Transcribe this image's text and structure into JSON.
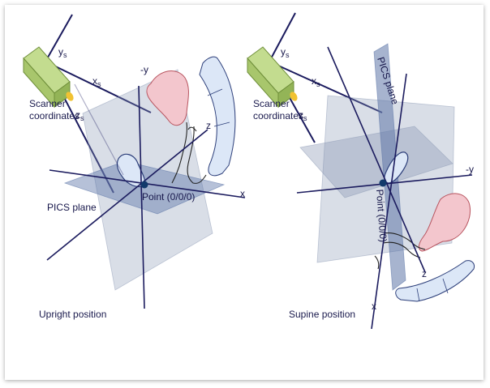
{
  "upright": {
    "scanner_label_line1": "Scanner",
    "scanner_label_line2": "coordinates",
    "axis_ys": "y",
    "axis_ys_sub": "s",
    "axis_xs": "x",
    "axis_xs_sub": "s",
    "axis_zs": "z",
    "axis_zs_sub": "s",
    "axis_minus_y": "-y",
    "axis_z": "z",
    "axis_x": "x",
    "plane_label": "PICS plane",
    "point_label": "Point (0/0/0)",
    "position_label": "Upright position"
  },
  "supine": {
    "scanner_label_line1": "Scanner",
    "scanner_label_line2": "coordinates",
    "axis_ys": "y",
    "axis_ys_sub": "s",
    "axis_xs": "x",
    "axis_xs_sub": "s",
    "axis_zs": "z",
    "axis_zs_sub": "s",
    "axis_minus_y": "-y",
    "axis_z": "z",
    "axis_x": "x",
    "plane_label": "PICS plane",
    "point_label": "Point (0/0/0)",
    "position_label": "Supine position"
  },
  "colors": {
    "axis": "#1b1b5e",
    "plane": "#8a97b4",
    "scanner_box": "#a8c66c",
    "scanner_lens": "#f1c232",
    "organ_pink": "#f3c6cd",
    "organ_blue": "#dce7f7",
    "origin": "#123a6b"
  }
}
